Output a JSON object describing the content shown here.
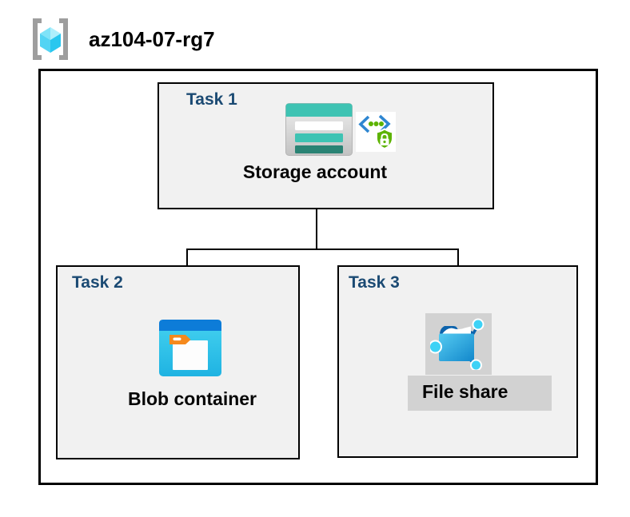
{
  "header": {
    "resource_group_name": "az104-07-rg7",
    "icon": "resource-group-icon"
  },
  "tasks": [
    {
      "label": "Task 1",
      "resource": "Storage account",
      "icons": [
        "storage-account-icon",
        "secure-endpoint-icon"
      ]
    },
    {
      "label": "Task 2",
      "resource": "Blob container",
      "icons": [
        "blob-container-icon"
      ]
    },
    {
      "label": "Task 3",
      "resource": "File share",
      "icons": [
        "file-share-icon"
      ]
    }
  ],
  "connections": [
    {
      "from": "Storage account",
      "to": "Blob container"
    },
    {
      "from": "Storage account",
      "to": "File share"
    }
  ],
  "colors": {
    "task_heading": "#1B4A73",
    "task_box_fill": "#F1F1F1",
    "highlight_gray": "#D2D2D2",
    "storage_teal": "#3EC3B3",
    "storage_teal_dark": "#2A8374",
    "blob_band_blue": "#0D7CD8",
    "blob_cyan": "#35CCEE",
    "endpoint_green": "#5DB300",
    "endpoint_chevron_blue": "#2E86D1",
    "fileshare_dark_blue": "#0D63AC",
    "fileshare_node_cyan": "#3DD2F6",
    "connector": "#000000"
  }
}
